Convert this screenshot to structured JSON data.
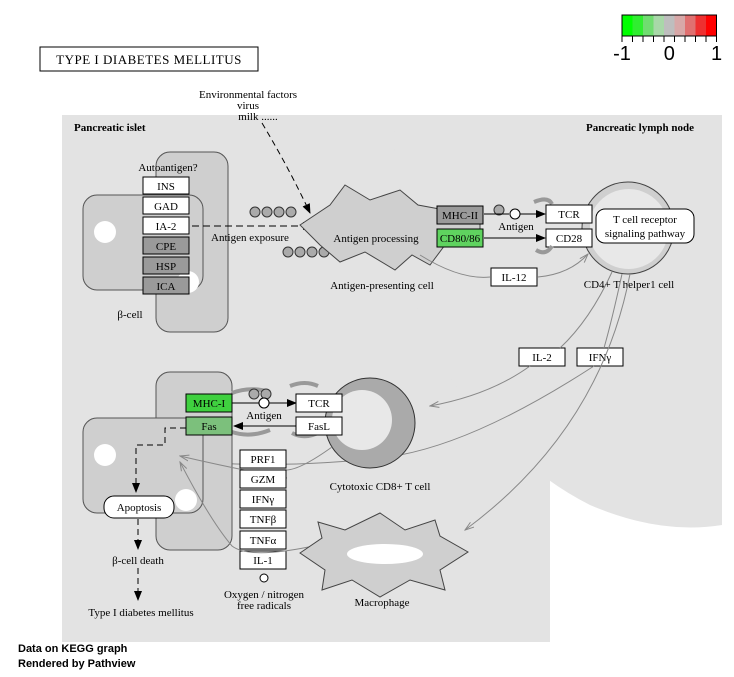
{
  "title": "TYPE I DIABETES MELLITUS",
  "legend": {
    "min_label": "-1",
    "mid_label": "0",
    "max_label": "1",
    "colors": [
      "#00ff00",
      "#30ee30",
      "#70dd70",
      "#a8d8a8",
      "#bebebe",
      "#d8a8a8",
      "#e07070",
      "#ee3030",
      "#ff0000"
    ]
  },
  "regions": {
    "islet": "Pancreatic islet",
    "lymph": "Pancreatic lymph node"
  },
  "cells": {
    "beta": "β-cell",
    "apc": "Antigen-presenting cell",
    "th1": "CD4+ T helper1 cell",
    "ctl": "Cytotoxic CD8+ T cell",
    "macrophage": "Macrophage"
  },
  "annotations": {
    "environment_1": "Environmental factors",
    "environment_2": "virus",
    "environment_3": "milk ......",
    "autoantigen": "Autoantigen?",
    "antigen_exposure": "Antigen exposure",
    "antigen_processing": "Antigen processing",
    "antigen_apc": "Antigen",
    "antigen_ctl": "Antigen",
    "beta_death": "β-cell death",
    "t1dm": "Type I diabetes mellitus",
    "radicals_1": "Oxygen / nitrogen",
    "radicals_2": "free radicals"
  },
  "genes": {
    "ins": "INS",
    "gad": "GAD",
    "ia2": "IA-2",
    "cpe": "CPE",
    "hsp": "HSP",
    "ica": "ICA",
    "mhc2": "MHC-II",
    "cd80": "CD80/86",
    "tcr_th": "TCR",
    "cd28": "CD28",
    "il12": "IL-12",
    "il2": "IL-2",
    "ifng_top": "IFNγ",
    "mhc1": "MHC-I",
    "fas": "Fas",
    "tcr_ctl": "TCR",
    "fasl": "FasL",
    "prf1": "PRF1",
    "gzm": "GZM",
    "ifng": "IFNγ",
    "tnfb": "TNFβ",
    "tnfa": "TNFα",
    "il1": "IL-1"
  },
  "colors": {
    "cpe": "#9a9a9a",
    "hsp": "#9a9a9a",
    "ica": "#9a9a9a",
    "mhc2": "#9a9a9a",
    "cd80": "#5fd35f",
    "mhc1": "#3fd03f",
    "fas": "#7cc07c",
    "region": "#e3e3e3"
  },
  "pathways": {
    "tcr_signaling_1": "T cell receptor",
    "tcr_signaling_2": "signaling pathway"
  },
  "processes": {
    "apoptosis": "Apoptosis"
  },
  "footer": {
    "line1": "Data on KEGG graph",
    "line2": "Rendered by  Pathview"
  }
}
